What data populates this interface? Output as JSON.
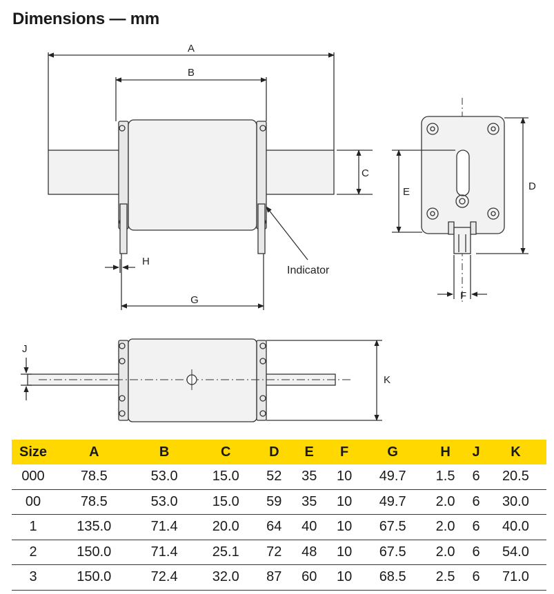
{
  "title": "Dimensions — mm",
  "labels": {
    "A": "A",
    "B": "B",
    "C": "C",
    "D": "D",
    "E": "E",
    "F": "F",
    "G": "G",
    "H": "H",
    "J": "J",
    "K": "K",
    "indicator": "Indicator"
  },
  "table": {
    "headers": [
      "Size",
      "A",
      "B",
      "C",
      "D",
      "E",
      "F",
      "G",
      "H",
      "J",
      "K"
    ],
    "rows": [
      [
        "000",
        "78.5",
        "53.0",
        "15.0",
        "52",
        "35",
        "10",
        "49.7",
        "1.5",
        "6",
        "20.5"
      ],
      [
        "00",
        "78.5",
        "53.0",
        "15.0",
        "59",
        "35",
        "10",
        "49.7",
        "2.0",
        "6",
        "30.0"
      ],
      [
        "1",
        "135.0",
        "71.4",
        "20.0",
        "64",
        "40",
        "10",
        "67.5",
        "2.0",
        "6",
        "40.0"
      ],
      [
        "2",
        "150.0",
        "71.4",
        "25.1",
        "72",
        "48",
        "10",
        "67.5",
        "2.0",
        "6",
        "54.0"
      ],
      [
        "3",
        "150.0",
        "72.4",
        "32.0",
        "87",
        "60",
        "10",
        "68.5",
        "2.5",
        "6",
        "71.0"
      ]
    ]
  },
  "colors": {
    "header_bg": "#ffd800",
    "line": "#333333",
    "body_fill": "#f2f2f2"
  }
}
